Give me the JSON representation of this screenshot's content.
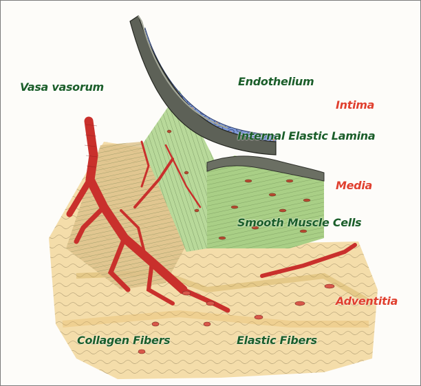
{
  "colors": {
    "structure_label": "#1b5e2a",
    "layer_label": "#e0402f",
    "vessel_red": "#c9302c",
    "media_green": "#a9cf86",
    "endothelium_blue": "#6f8fd0",
    "adventitia_yellow": "#ecc36a",
    "lamina_gray": "#5d6157"
  },
  "labels": {
    "vasa_vasorum": "Vasa vasorum",
    "endothelium": "Endothelium",
    "intima": "Intima",
    "internal_elastic_lamina": "Internal Elastic Lamina",
    "media": "Media",
    "smooth_muscle_cells": "Smooth Muscle Cells",
    "adventitia": "Adventitia",
    "collagen_fibers": "Collagen Fibers",
    "elastic_fibers": "Elastic Fibers"
  }
}
